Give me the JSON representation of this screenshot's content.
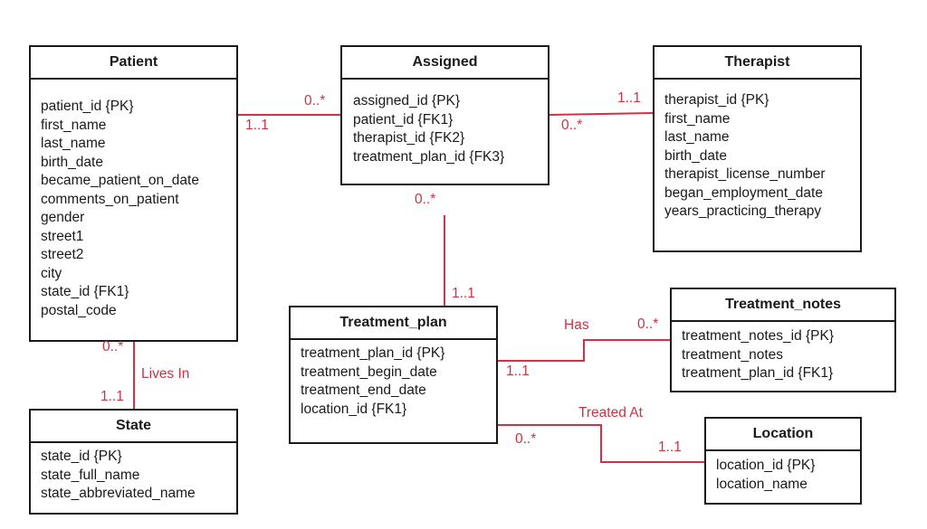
{
  "entities": {
    "patient": {
      "title": "Patient",
      "attributes": [
        "patient_id {PK}",
        "first_name",
        "last_name",
        "birth_date",
        "became_patient_on_date",
        "comments_on_patient",
        "gender",
        "street1",
        "street2",
        "city",
        "state_id {FK1}",
        "postal_code"
      ]
    },
    "assigned": {
      "title": "Assigned",
      "attributes": [
        "assigned_id {PK}",
        "patient_id {FK1}",
        "therapist_id {FK2}",
        "treatment_plan_id {FK3}"
      ]
    },
    "therapist": {
      "title": "Therapist",
      "attributes": [
        "therapist_id {PK}",
        "first_name",
        "last_name",
        "birth_date",
        "therapist_license_number",
        "began_employment_date",
        "years_practicing_therapy"
      ]
    },
    "treatment_plan": {
      "title": "Treatment_plan",
      "attributes": [
        "treatment_plan_id {PK}",
        "treatment_begin_date",
        "treatment_end_date",
        "location_id {FK1}"
      ]
    },
    "treatment_notes": {
      "title": "Treatment_notes",
      "attributes": [
        "treatment_notes_id {PK}",
        "treatment_notes",
        "treatment_plan_id {FK1}"
      ]
    },
    "state": {
      "title": "State",
      "attributes": [
        "state_id {PK}",
        "state_full_name",
        "state_abbreviated_name"
      ]
    },
    "location": {
      "title": "Location",
      "attributes": [
        "location_id {PK}",
        "location_name"
      ]
    }
  },
  "relationships": {
    "patient_assigned": {
      "near_patient": "1..1",
      "near_assigned": "0..*"
    },
    "assigned_therapist": {
      "near_assigned": "0..*",
      "near_therapist": "1..1"
    },
    "assigned_treatment_plan": {
      "near_assigned": "0..*",
      "near_treatment_plan": "1..1"
    },
    "patient_state": {
      "near_patient": "0..*",
      "name": "Lives In",
      "near_state": "1..1"
    },
    "treatment_plan_notes": {
      "name": "Has",
      "near_notes": "0..*",
      "near_treatment_plan": "1..1"
    },
    "treatment_plan_location": {
      "name": "Treated At",
      "near_treatment_plan": "0..*",
      "near_location": "1..1"
    }
  },
  "colors": {
    "line": "#cc3344",
    "border": "#1a1a1a",
    "text": "#1a1a1a"
  }
}
